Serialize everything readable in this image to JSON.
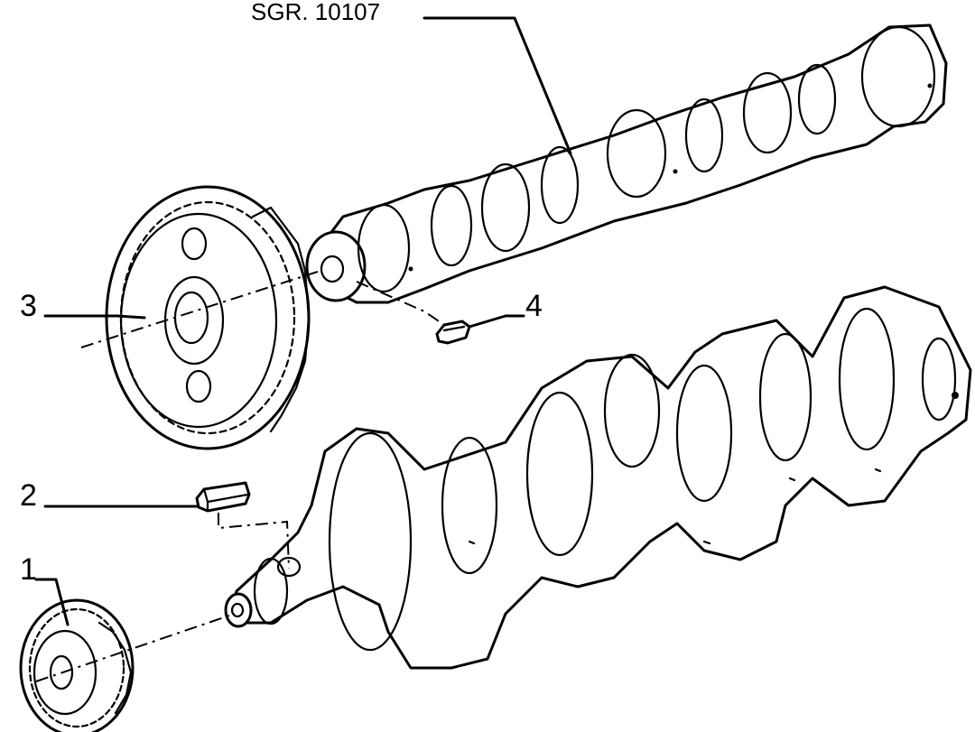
{
  "reference_code": "SGR. 10107",
  "callouts": {
    "part_1": "1",
    "part_2": "2",
    "part_3": "3",
    "part_4": "4"
  },
  "colors": {
    "line": "#000000",
    "background": "#ffffff"
  }
}
